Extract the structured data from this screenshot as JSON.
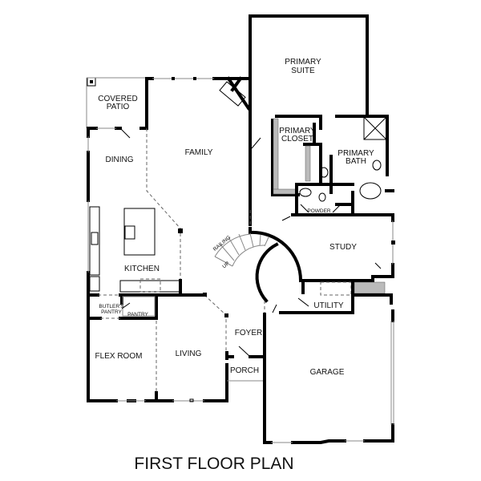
{
  "plan": {
    "title": "FIRST FLOOR PLAN",
    "rooms": {
      "primary_suite": [
        "PRIMARY",
        "SUITE"
      ],
      "covered_patio": [
        "COVERED",
        "PATIO"
      ],
      "primary_closet": [
        "PRIMARY",
        "CLOSET"
      ],
      "primary_bath": [
        "PRIMARY",
        "BATH"
      ],
      "family": "FAMILY",
      "dining": "DINING",
      "kitchen": "KITCHEN",
      "powder": "POWDER",
      "study": "STUDY",
      "railing": "RAILING",
      "up": "UP",
      "butlers_pantry": [
        "BUTLER'S",
        "PANTRY"
      ],
      "pantry": "PANTRY",
      "utility": "UTILITY",
      "foyer": "FOYER",
      "flex_room": "FLEX ROOM",
      "living": "LIVING",
      "porch": "PORCH",
      "garage": "GARAGE"
    }
  }
}
